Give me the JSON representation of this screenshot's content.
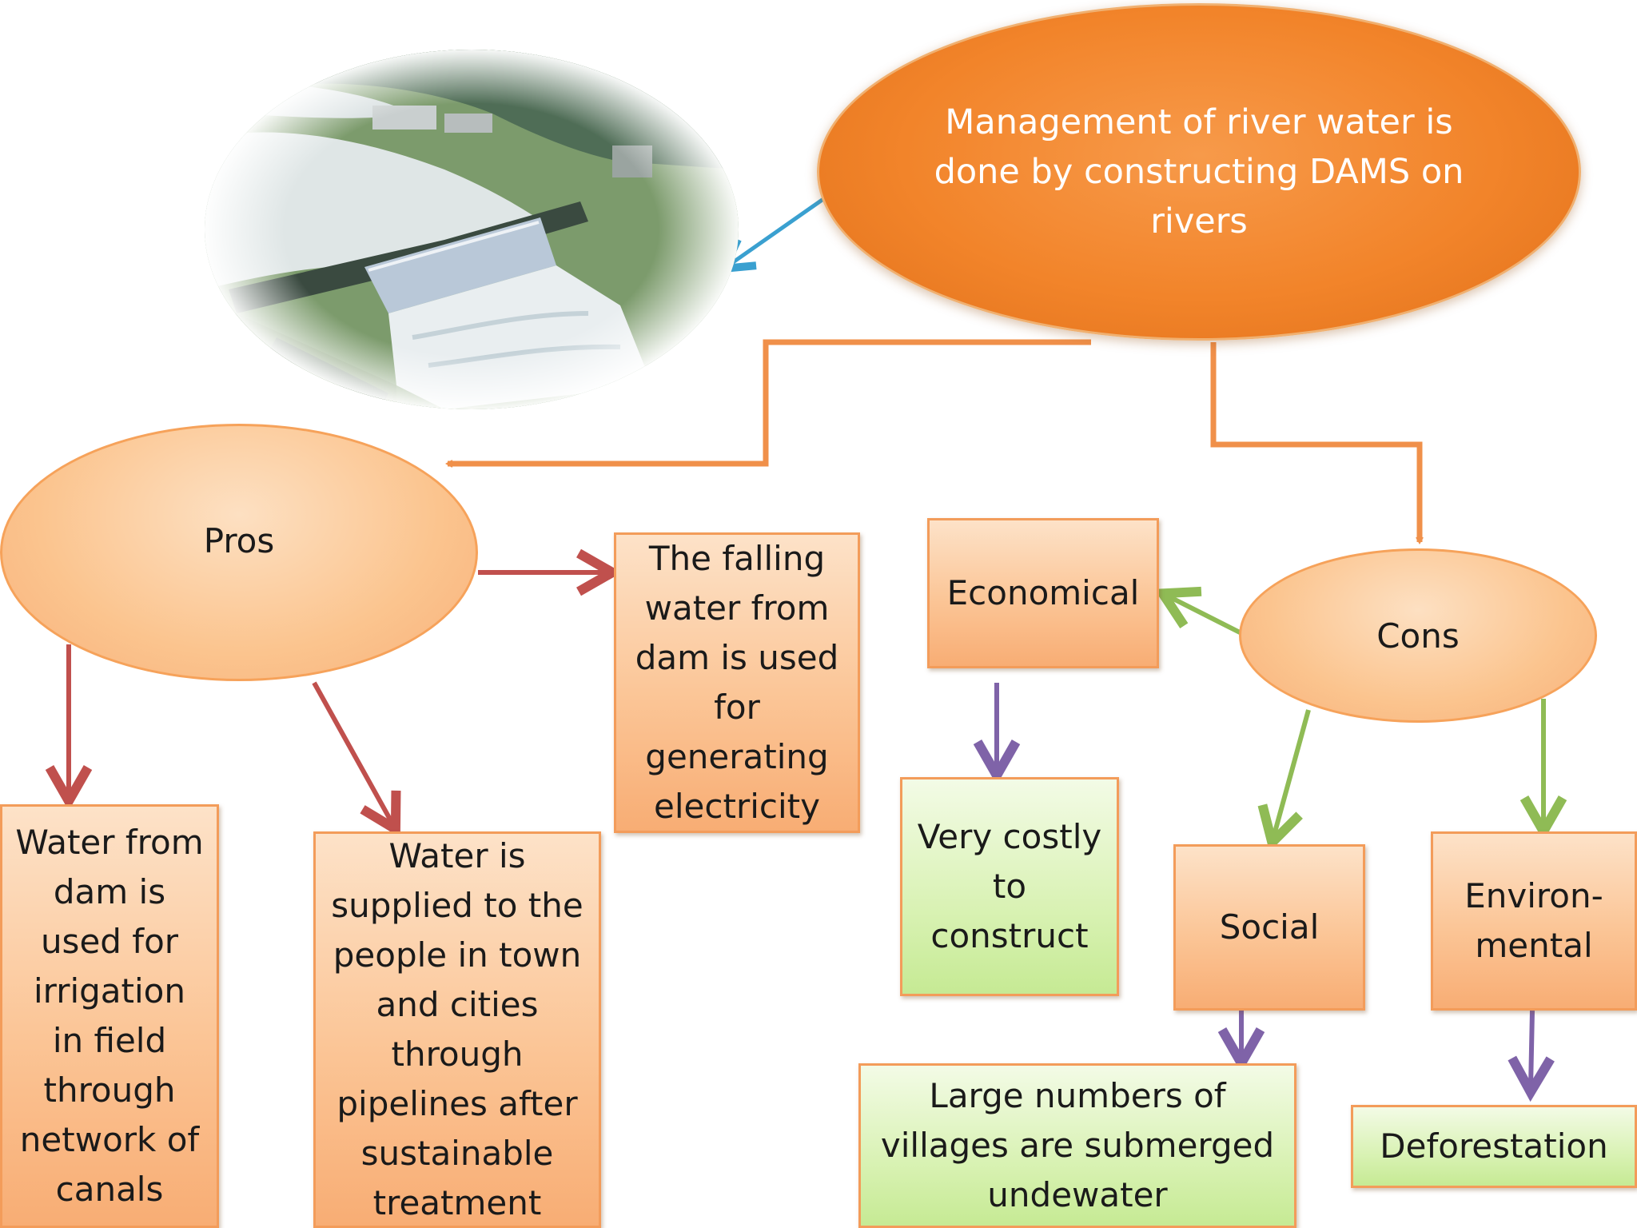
{
  "main": {
    "text": "Management of river water is done by constructing DAMS on rivers",
    "image_icon": "dam-photo"
  },
  "pros": {
    "label": "Pros",
    "items": [
      "The falling water from dam is used for generating electricity",
      "Water from dam is used for irrigation in field through network of canals",
      "Water is supplied to the people in town and cities through pipelines after sustainable treatment"
    ]
  },
  "cons": {
    "label": "Cons",
    "categories": [
      {
        "label": "Economical",
        "detail": "Very costly to construct"
      },
      {
        "label": "Social",
        "detail": "Large numbers of villages are submerged undewater"
      },
      {
        "label": "Environ-mental",
        "detail": "Deforestation"
      }
    ]
  },
  "colors": {
    "main_fill": "#f2842a",
    "node_fill": "#fbc48e",
    "detail_fill": "#d9f2b4",
    "arrow_orange": "#f0904a",
    "arrow_red": "#c0504d",
    "arrow_green": "#8fbb55",
    "arrow_purple": "#7f63a8",
    "arrow_blue": "#3aa0d0"
  }
}
